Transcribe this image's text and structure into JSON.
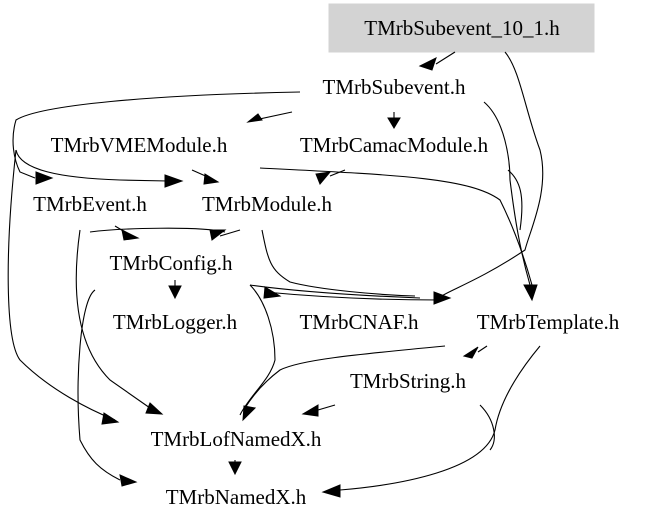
{
  "graph": {
    "root_highlight_color": "#d3d3d3",
    "nodes": [
      {
        "id": "subevent_10_1",
        "label": "TMrbSubevent_10_1.h",
        "highlighted": true
      },
      {
        "id": "subevent",
        "label": "TMrbSubevent.h"
      },
      {
        "id": "vmemodule",
        "label": "TMrbVMEModule.h"
      },
      {
        "id": "camacmodule",
        "label": "TMrbCamacModule.h"
      },
      {
        "id": "event",
        "label": "TMrbEvent.h"
      },
      {
        "id": "module",
        "label": "TMrbModule.h"
      },
      {
        "id": "config",
        "label": "TMrbConfig.h"
      },
      {
        "id": "logger",
        "label": "TMrbLogger.h"
      },
      {
        "id": "cnaf",
        "label": "TMrbCNAF.h"
      },
      {
        "id": "template",
        "label": "TMrbTemplate.h"
      },
      {
        "id": "string",
        "label": "TMrbString.h"
      },
      {
        "id": "lofnamedx",
        "label": "TMrbLofNamedX.h"
      },
      {
        "id": "namedx",
        "label": "TMrbNamedX.h"
      }
    ],
    "edges": [
      [
        "subevent_10_1",
        "subevent"
      ],
      [
        "subevent_10_1",
        "cnaf"
      ],
      [
        "subevent",
        "vmemodule"
      ],
      [
        "subevent",
        "camacmodule"
      ],
      [
        "subevent",
        "event"
      ],
      [
        "subevent",
        "module"
      ],
      [
        "subevent",
        "lofnamedx"
      ],
      [
        "subevent",
        "template"
      ],
      [
        "vmemodule",
        "module"
      ],
      [
        "vmemodule",
        "template"
      ],
      [
        "camacmodule",
        "module"
      ],
      [
        "camacmodule",
        "template"
      ],
      [
        "event",
        "config"
      ],
      [
        "event",
        "lofnamedx"
      ],
      [
        "module",
        "config"
      ],
      [
        "module",
        "cnaf"
      ],
      [
        "config",
        "logger"
      ],
      [
        "config",
        "cnaf"
      ],
      [
        "config",
        "lofnamedx"
      ],
      [
        "config",
        "namedx"
      ],
      [
        "template",
        "string"
      ],
      [
        "template",
        "lofnamedx"
      ],
      [
        "template",
        "namedx"
      ],
      [
        "string",
        "lofnamedx"
      ],
      [
        "lofnamedx",
        "namedx"
      ]
    ]
  }
}
